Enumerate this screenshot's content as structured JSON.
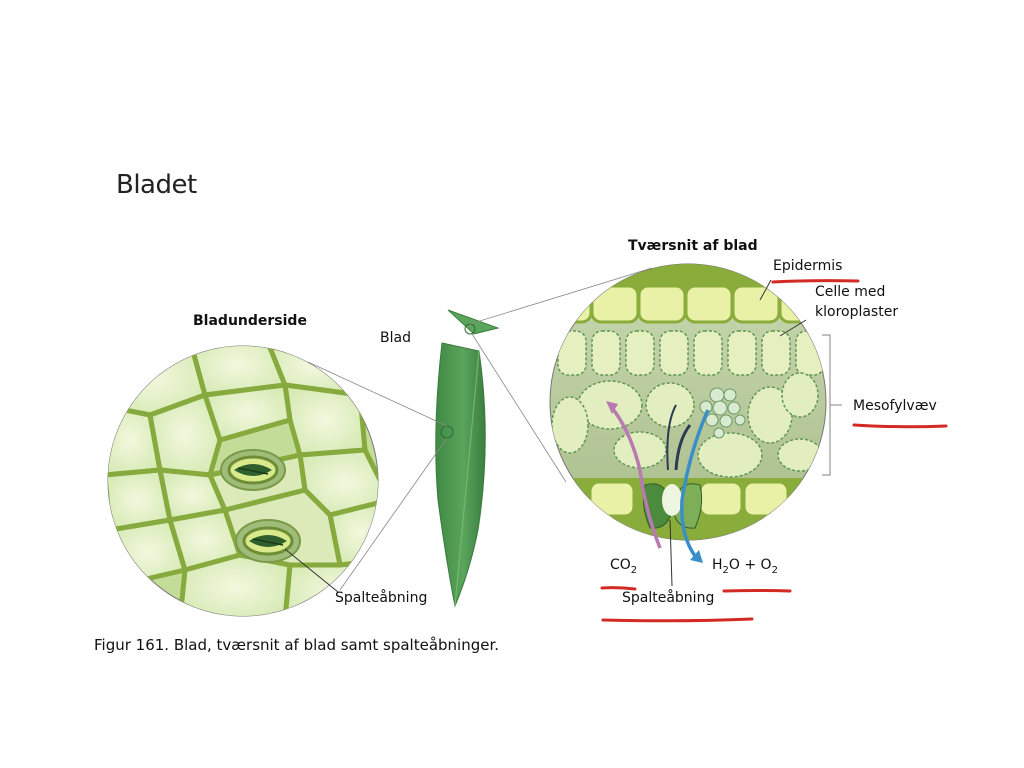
{
  "title": "Bladet",
  "labels": {
    "underside": "Bladunderside",
    "leaf": "Blad",
    "cross_section": "Tværsnit af blad",
    "epidermis": "Epidermis",
    "cell_line1": "Celle med",
    "cell_line2": "kloroplaster",
    "mesophyll": "Mesofylvæv",
    "stoma_left": "Spalteåbning",
    "stoma_right": "Spalteåbning",
    "co2_main": "CO",
    "co2_sub": "2",
    "h2o_h": "H",
    "h2o_sub": "2",
    "h2o_rest": "O + O",
    "o2_sub": "2"
  },
  "caption": "Figur 161. Blad, tværsnit af blad samt spalteåbninger.",
  "colors": {
    "annotation_underline": "#d42a24",
    "leaf_green": "#4f9a52",
    "cell_light": "#e6f2c8",
    "cell_wall": "#8fb34a",
    "co2_arrow": "#b87ab0",
    "h2o_arrow": "#3a8fc9"
  }
}
